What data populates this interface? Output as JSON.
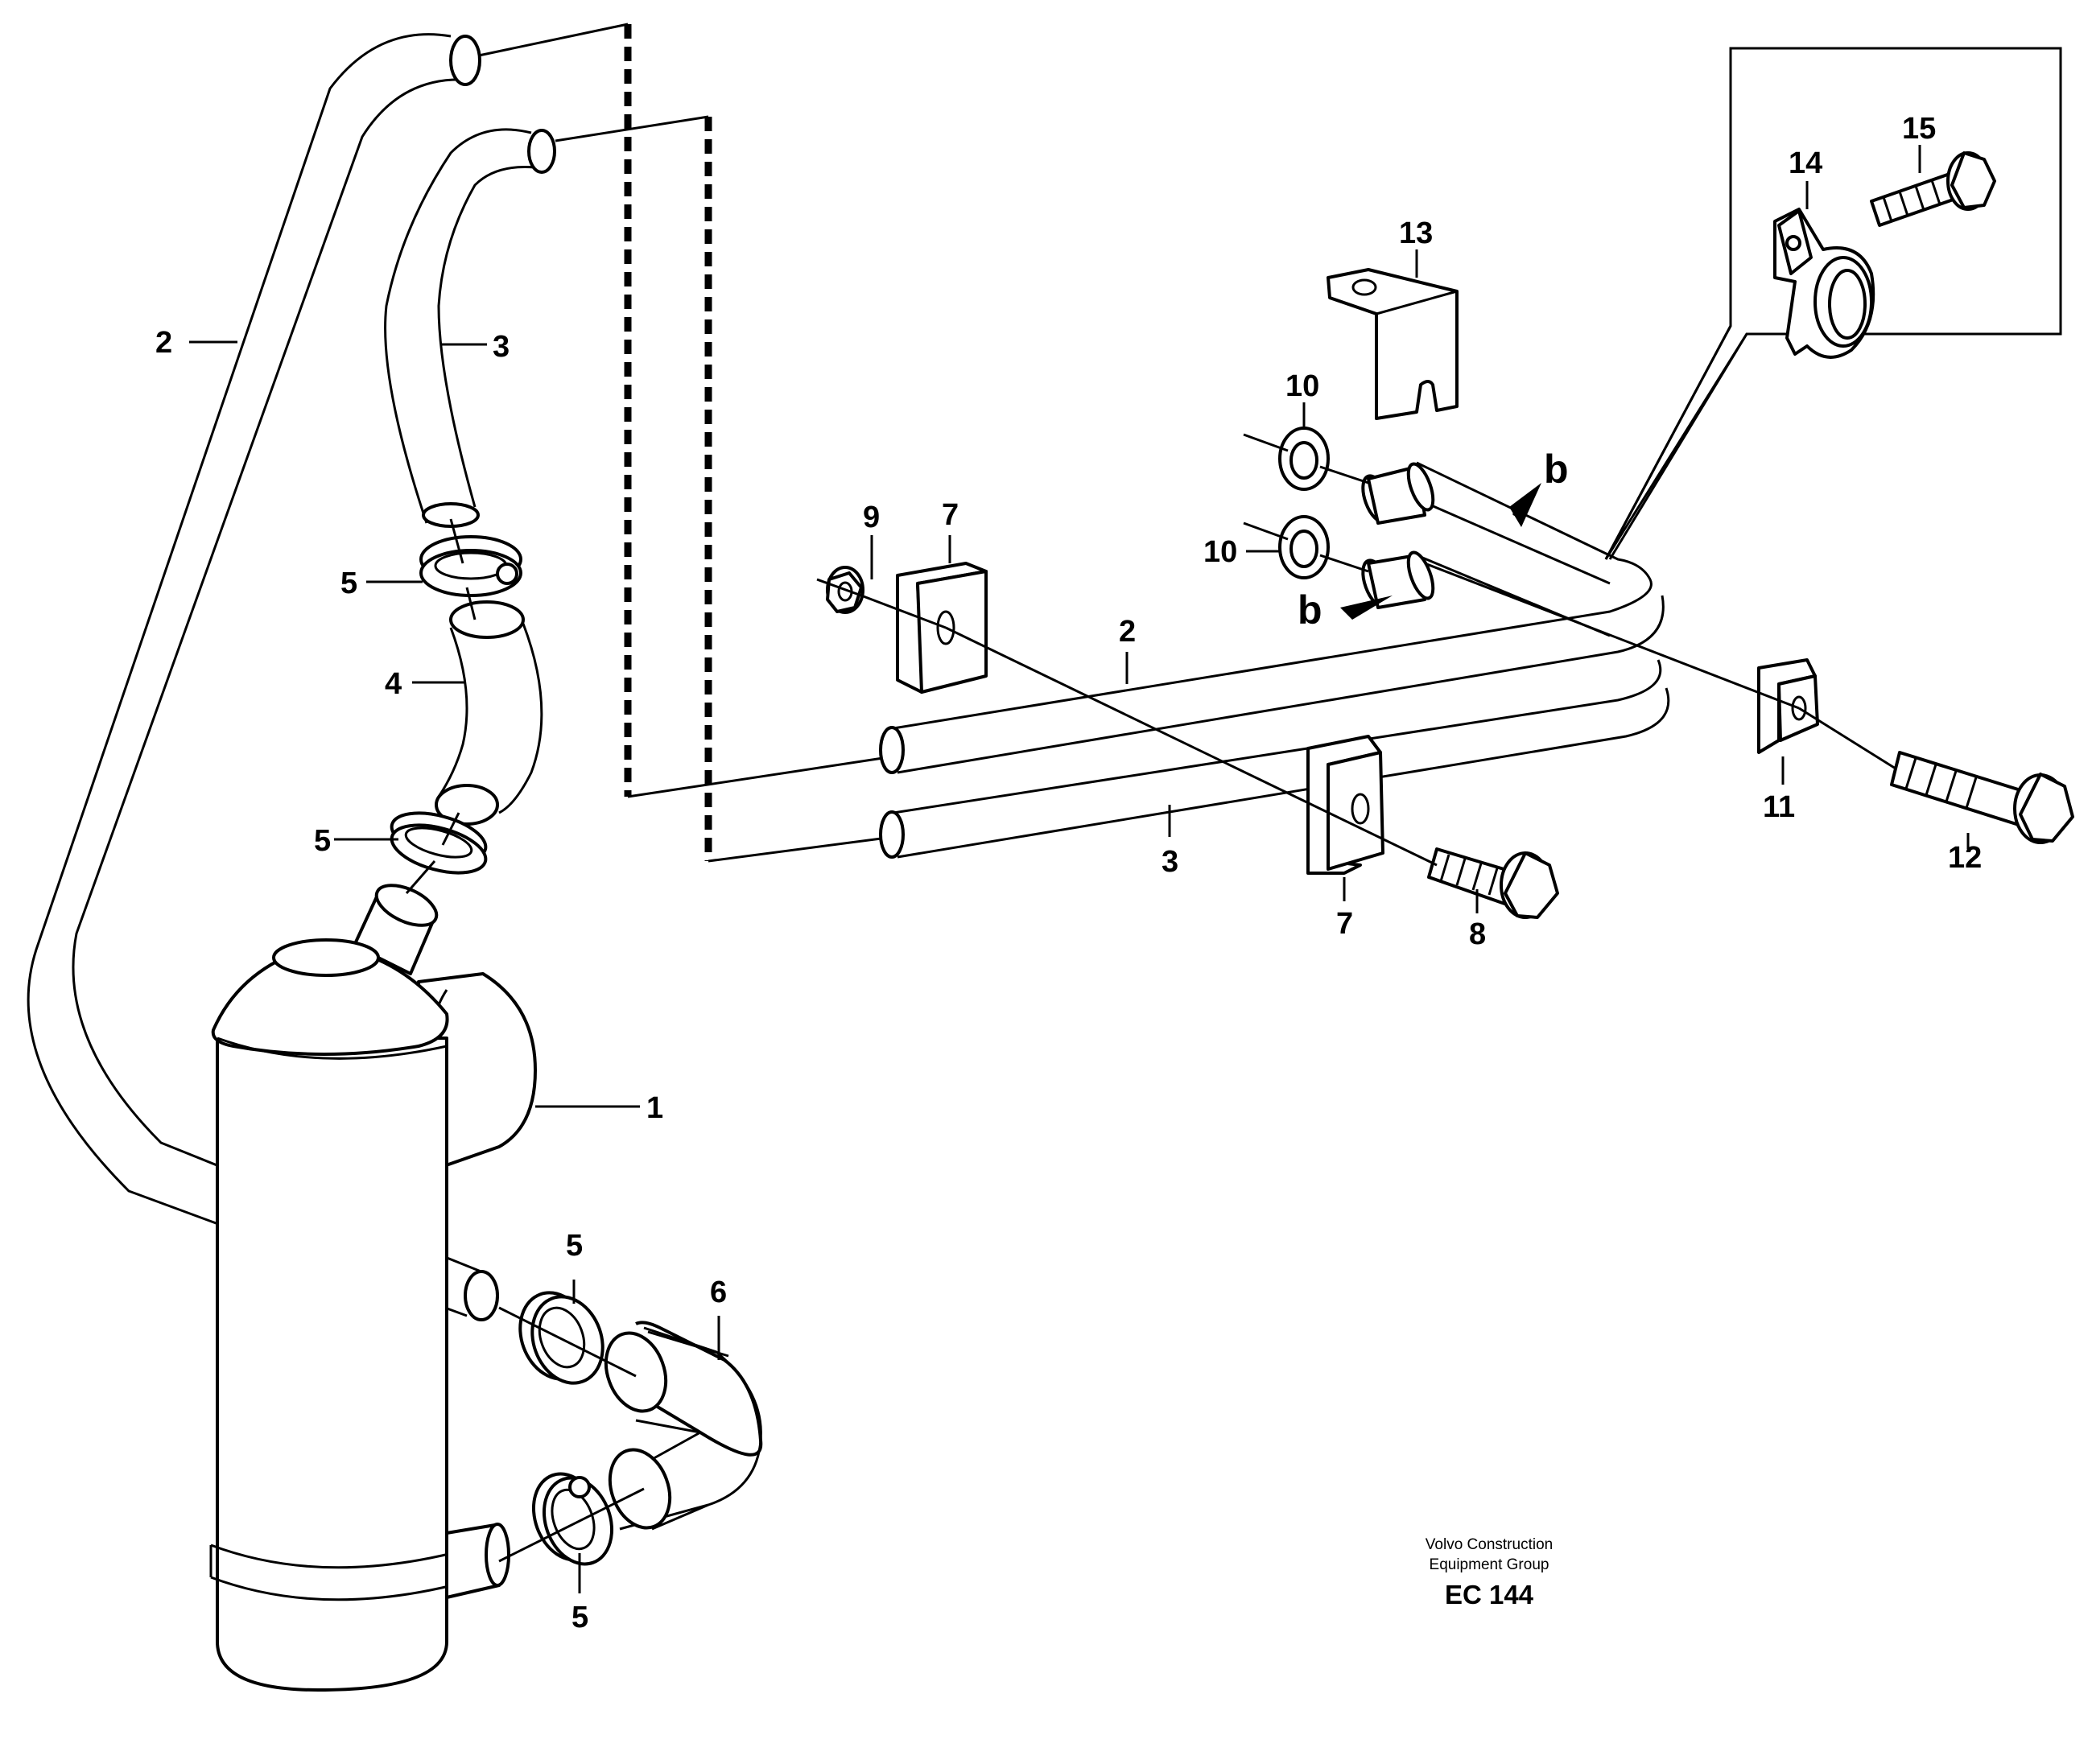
{
  "callouts": {
    "c2_left": "2",
    "c3_top": "3",
    "c5_a": "5",
    "c4": "4",
    "c5_b": "5",
    "c1": "1",
    "c5_c": "5",
    "c6": "6",
    "c5_d": "5",
    "c9": "9",
    "c7_top": "7",
    "c2_mid": "2",
    "c3_mid": "3",
    "c7_bottom": "7",
    "c8": "8",
    "c10_top": "10",
    "c10_bottom": "10",
    "c13": "13",
    "c11": "11",
    "c12": "12",
    "c14": "14",
    "c15": "15",
    "b_top": "b",
    "b_mid": "b"
  },
  "footer": {
    "line1": "Volvo Construction",
    "line2": "Equipment Group",
    "code": "EC 144"
  }
}
